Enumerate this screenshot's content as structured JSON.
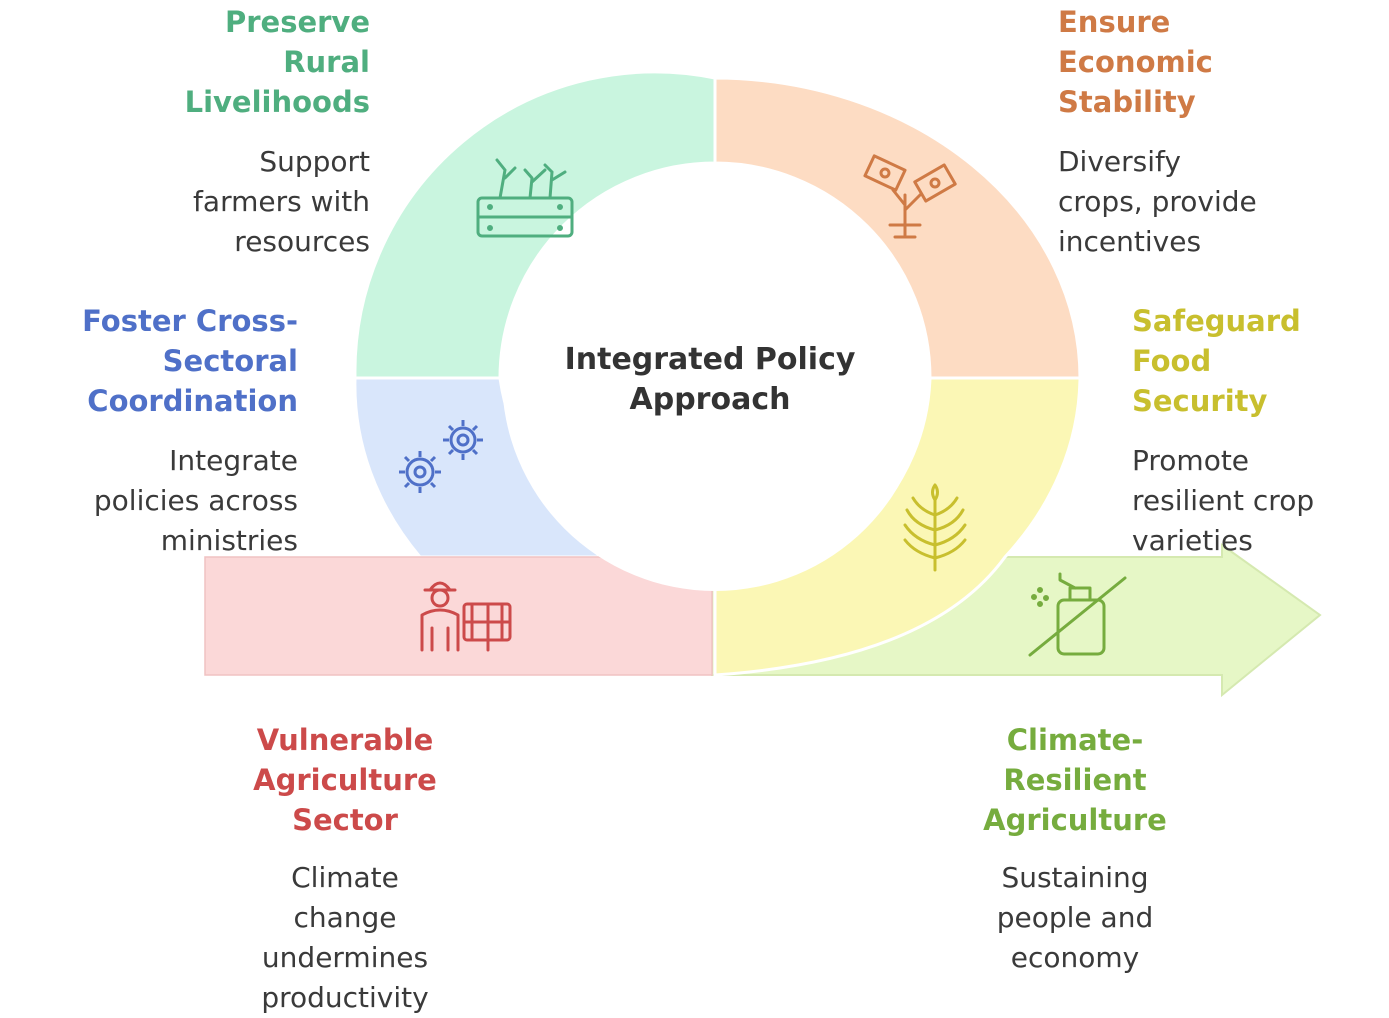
{
  "center": {
    "line1": "Integrated Policy",
    "line2": "Approach"
  },
  "colors": {
    "green_fill": "#c9f5df",
    "green": "#4fae7f",
    "orange_fill": "#fddcc3",
    "orange": "#cf7a45",
    "blue_fill": "#d9e6fb",
    "blue": "#4f70c8",
    "yellow_fill": "#fbf7b5",
    "yellow": "#c8bf2e",
    "red_fill": "#fbd8d8",
    "red": "#cc4a4a",
    "lime_fill": "#e6f7c6",
    "lime": "#76ac3e"
  },
  "sections": {
    "preserve": {
      "title": [
        "Preserve",
        "Rural",
        "Livelihoods"
      ],
      "desc": [
        "Support",
        "farmers with",
        "resources"
      ],
      "icon": "crate-sprout-icon"
    },
    "economic": {
      "title": [
        "Ensure",
        "Economic",
        "Stability"
      ],
      "desc": [
        "Diversify",
        "crops, provide",
        "incentives"
      ],
      "icon": "money-plant-icon"
    },
    "foster": {
      "title": [
        "Foster Cross-",
        "Sectoral",
        "Coordination"
      ],
      "desc": [
        "Integrate",
        "policies across",
        "ministries"
      ],
      "icon": "gears-icon"
    },
    "food": {
      "title": [
        "Safeguard",
        "Food",
        "Security"
      ],
      "desc": [
        "Promote",
        "resilient crop",
        "varieties"
      ],
      "icon": "wheat-icon"
    },
    "vulnerable": {
      "title": [
        "Vulnerable",
        "Agriculture",
        "Sector"
      ],
      "desc": [
        "Climate",
        "change",
        "undermines",
        "productivity"
      ],
      "icon": "farmer-icon"
    },
    "climate": {
      "title": [
        "Climate-",
        "Resilient",
        "Agriculture"
      ],
      "desc": [
        "Sustaining",
        "people and",
        "economy"
      ],
      "icon": "no-pesticide-icon"
    }
  }
}
